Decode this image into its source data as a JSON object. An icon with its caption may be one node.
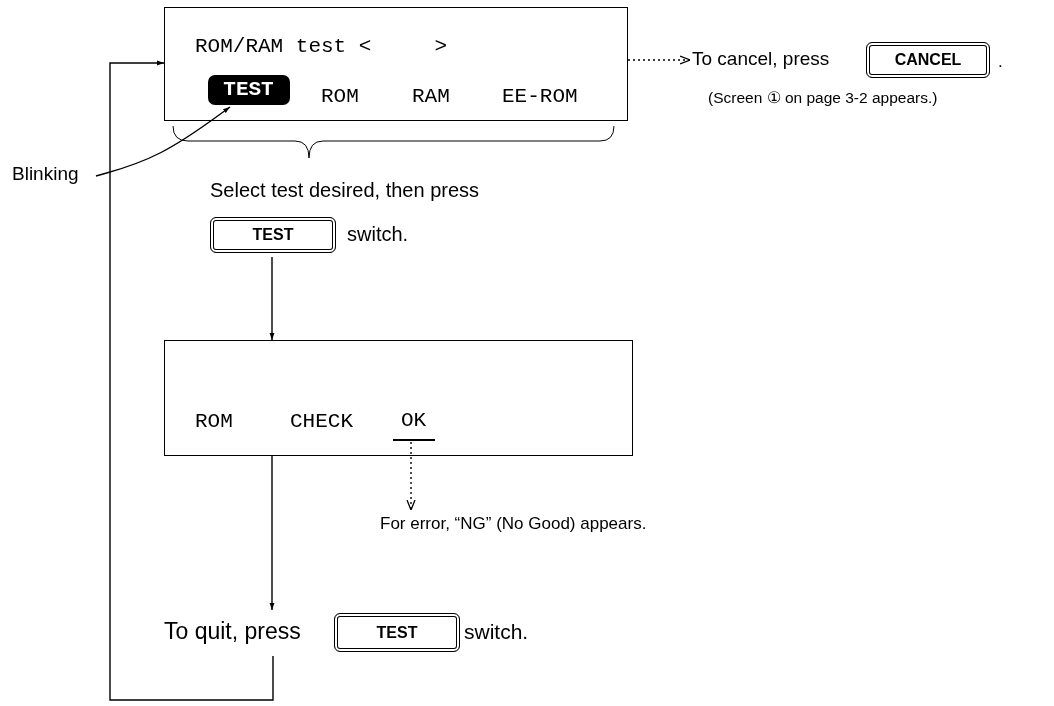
{
  "diagram": {
    "nodes": [
      {
        "text": [
          "ROM/RAM test <     >",
          "ROM",
          "RAM",
          "EE-ROM"
        ]
      },
      {
        "text": [
          "TEST"
        ],
        "in": 0
      },
      {
        "text": [
          "To cancel, press"
        ]
      },
      {
        "text": [
          "CANCEL"
        ],
        "beside": [
          "."
        ]
      },
      {
        "text": [
          "Blinking"
        ]
      },
      {
        "text": [
          "TEST"
        ],
        "beside": [
          "Select test desired, then press",
          "switch."
        ]
      },
      {
        "text": [
          "ROM",
          "CHECK"
        ]
      },
      {
        "text": [
          "OK"
        ],
        "in": 6
      },
      {
        "text": [
          "For error, “NG” (No Good) appears."
        ]
      },
      {
        "text": [
          "To quit, press"
        ]
      },
      {
        "text": [
          "TEST"
        ],
        "beside": [
          "switch."
        ]
      }
    ],
    "edges": [
      {
        "from": 0,
        "to": 2,
        "arrow": "to",
        "style": "dashed"
      },
      {
        "from": 4,
        "to": 1,
        "arrow": "to"
      },
      {
        "from": 5,
        "to": 6,
        "arrow": "to"
      },
      {
        "from": 7,
        "to": 8,
        "arrow": "to",
        "style": "dashed"
      },
      {
        "from": 6,
        "to": 9,
        "arrow": "to"
      },
      {
        "from": 9,
        "to": 0,
        "arrow": "to"
      }
    ],
    "labels": [
      "(Screen ① on page 3-2 appears.)"
    ]
  }
}
